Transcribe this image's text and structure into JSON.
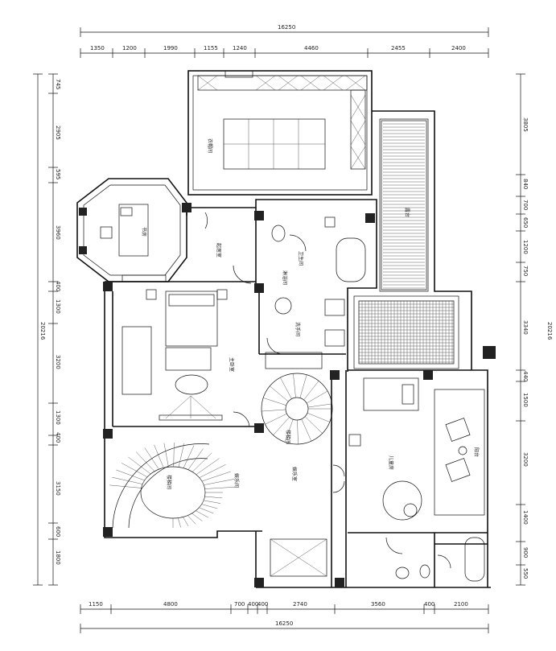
{
  "top_dimensions": {
    "total": "16250",
    "segments": [
      "1350",
      "1200",
      "1990",
      "1155",
      "1240",
      "4460",
      "2455",
      "2400"
    ]
  },
  "bottom_dimensions": {
    "total": "16250",
    "segments": [
      "1150",
      "4800",
      "700",
      "400",
      "400",
      "2740",
      "3560",
      "400",
      "2100"
    ]
  },
  "left_dimensions": {
    "total": "20216",
    "segments": [
      "745",
      "2905",
      "595",
      "3960",
      "400",
      "1300",
      "3200",
      "1300",
      "400",
      "3150",
      "600",
      "1800"
    ]
  },
  "right_dimensions": {
    "total": "20216",
    "segments": [
      "3805",
      "840",
      "700",
      "650",
      "1200",
      "750",
      "3340",
      "440",
      "1500",
      "3200",
      "1400",
      "900",
      "550"
    ]
  },
  "rooms": [
    "衣帽间",
    "书房",
    "卫生间",
    "主卧室",
    "洗手间",
    "楼梯间",
    "娱乐室",
    "儿童房",
    "阳台",
    "起居室",
    "淋浴间",
    "露台",
    "楼梯间",
    "娱乐间"
  ]
}
